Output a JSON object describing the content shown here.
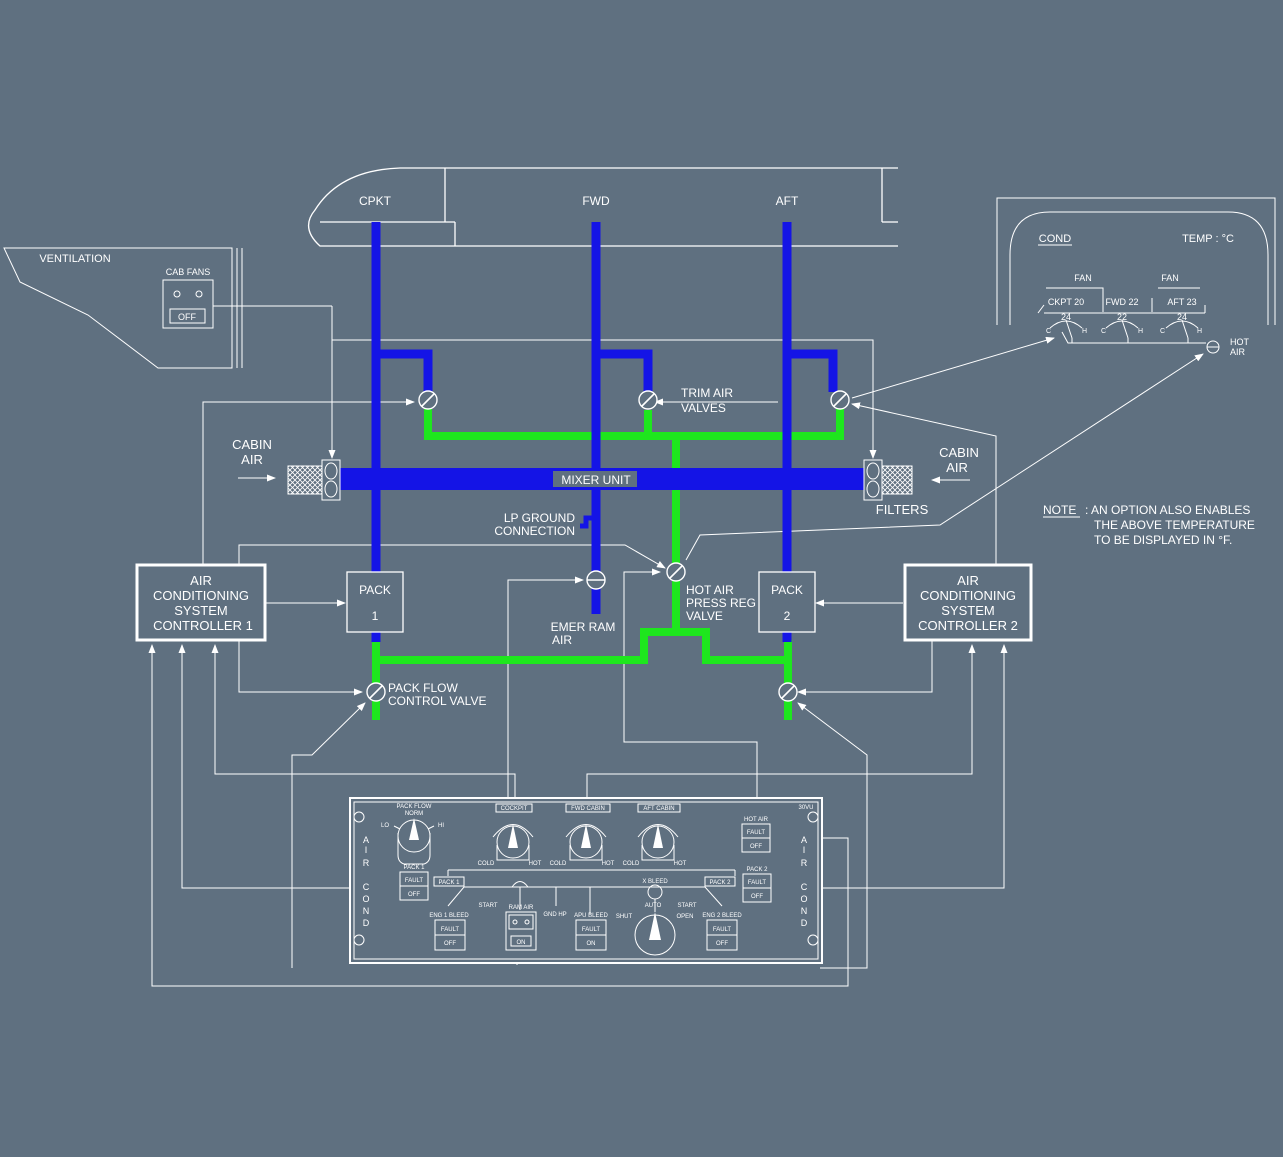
{
  "fuselage": {
    "zones": [
      "CPKT",
      "FWD",
      "AFT"
    ]
  },
  "ventilation": {
    "title": "VENTILATION",
    "cab_fans": "CAB FANS",
    "cab_fans_btn": "OFF"
  },
  "mixer_unit": "MIXER UNIT",
  "trim_air_valves": [
    "TRIM AIR",
    "VALVES"
  ],
  "cabin_air_left": [
    "CABIN",
    "AIR"
  ],
  "cabin_air_right": [
    "CABIN",
    "AIR"
  ],
  "filters": "FILTERS",
  "lp_ground": [
    "LP GROUND",
    "CONNECTION"
  ],
  "hot_air_valve": [
    "HOT AIR",
    "PRESS REG",
    "VALVE"
  ],
  "emer_ram_air": [
    "EMER RAM",
    "AIR"
  ],
  "pack_flow_valve": [
    "PACK FLOW",
    "CONTROL VALVE"
  ],
  "pack1": {
    "title": "PACK",
    "num": "1"
  },
  "pack2": {
    "title": "PACK",
    "num": "2"
  },
  "controller1": [
    "AIR",
    "CONDITIONING",
    "SYSTEM",
    "CONTROLLER 1"
  ],
  "controller2": [
    "AIR",
    "CONDITIONING",
    "SYSTEM",
    "CONTROLLER 2"
  ],
  "note": {
    "label": "NOTE",
    "lines": [
      ": AN OPTION ALSO ENABLES",
      "THE ABOVE TEMPERATURE",
      "TO BE DISPLAYED IN °F."
    ]
  },
  "ecam": {
    "title": "COND",
    "temp_label": "TEMP : °C",
    "fan_labels": [
      "FAN",
      "FAN"
    ],
    "zones": [
      {
        "name": "CKPT 20",
        "value": "24"
      },
      {
        "name": "FWD 22",
        "value": "22"
      },
      {
        "name": "AFT 23",
        "value": "24"
      }
    ],
    "cold": "C",
    "hot": "H",
    "hot_air": [
      "HOT",
      "AIR"
    ]
  },
  "panel": {
    "ref": "30VU",
    "side_label_left": [
      "A",
      "I",
      "R",
      "",
      "C",
      "O",
      "N",
      "D"
    ],
    "side_label_right": [
      "A",
      "I",
      "R",
      "",
      "C",
      "O",
      "N",
      "D"
    ],
    "pack_flow": [
      "PACK FLOW",
      "NORM"
    ],
    "pack_flow_lo": "LO",
    "pack_flow_hi": "HI",
    "zone_knobs": [
      {
        "label": "COCKPIT",
        "cold": "COLD",
        "hot": "HOT"
      },
      {
        "label": "FWD CABIN",
        "cold": "COLD",
        "hot": "HOT"
      },
      {
        "label": "AFT CABIN",
        "cold": "COLD",
        "hot": "HOT"
      }
    ],
    "hot_air": {
      "label": "HOT AIR",
      "fault": "FAULT",
      "state": "OFF"
    },
    "pack1": {
      "label": "PACK 1",
      "fault": "FAULT",
      "state": "OFF"
    },
    "pack2": {
      "label": "PACK 2",
      "fault": "FAULT",
      "state": "OFF"
    },
    "pack1_tag": "PACK 1",
    "pack2_tag": "PACK 2",
    "x_bleed": "X BLEED",
    "eng1_bleed": {
      "label": "ENG 1 BLEED",
      "fault": "FAULT",
      "state": "OFF"
    },
    "eng2_bleed": {
      "label": "ENG 2 BLEED",
      "fault": "FAULT",
      "state": "OFF"
    },
    "ram_air": {
      "label": "RAM AIR",
      "state": "ON"
    },
    "apu_bleed": {
      "label": "APU BLEED",
      "fault": "FAULT",
      "state": "ON"
    },
    "start_left": "START",
    "start_right": "START",
    "gnd_hp": "GND HP",
    "shut": "SHUT",
    "auto": "AUTO",
    "open": "OPEN"
  },
  "colors": {
    "background": "#5f7080",
    "duct_blue": "#1414e6",
    "duct_green": "#1ee61e",
    "line": "#ffffff"
  }
}
